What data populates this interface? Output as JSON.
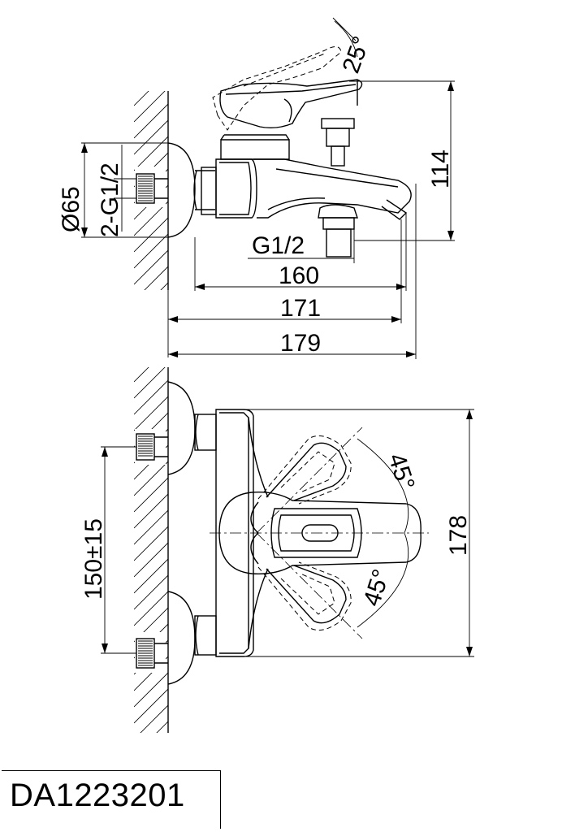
{
  "model_code": "DA1223201",
  "dimensions": {
    "lever_angle": "25°",
    "height": "114",
    "flange_diameter": "Ø65",
    "inlet_thread": "2-G1/2",
    "outlet_thread": "G1/2",
    "length_160": "160",
    "length_171": "171",
    "length_179": "179",
    "center_distance": "150±15",
    "width": "178",
    "rotation_upper": "45°",
    "rotation_lower": "45°"
  }
}
